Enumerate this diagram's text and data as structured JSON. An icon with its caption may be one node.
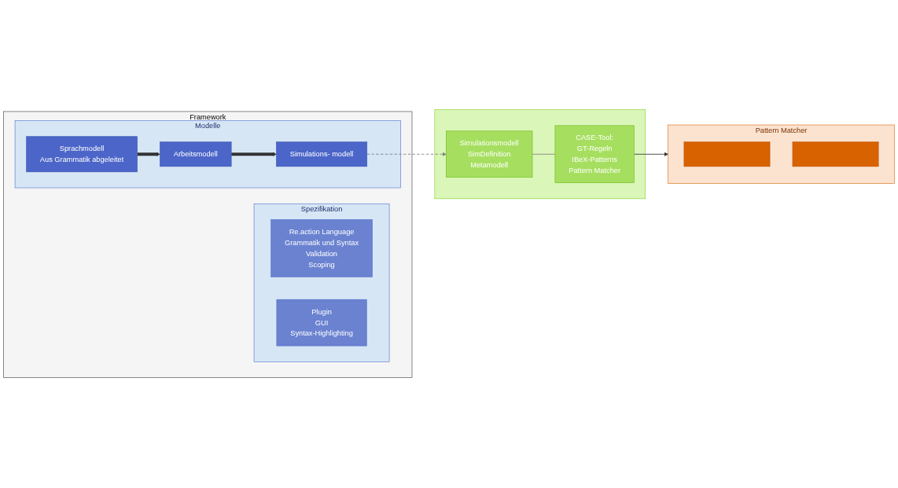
{
  "diagram": {
    "nodes": [
      {
        "text": [
          "Framework"
        ]
      },
      {
        "text": [
          "Spezifikation"
        ],
        "in": 0
      },
      {
        "text": [
          "Re.action Language",
          "Grammatik und Syntax",
          "Validation",
          "Scoping"
        ],
        "in": 1
      },
      {
        "text": [
          "Plugin",
          "GUI",
          "Syntax-Highlighting"
        ],
        "in": 1
      },
      {
        "text": [
          "Modelle"
        ],
        "in": 0
      },
      {
        "text": [
          "Sprachmodell",
          "Aus Grammatik abgeleitet"
        ],
        "in": 4
      },
      {
        "text": [
          "Arbeitsmodell"
        ],
        "in": 4
      },
      {
        "text": [
          "Simulations- modell"
        ],
        "in": 4
      },
      {
        "text": [],
        "shape": "box"
      },
      {
        "text": [
          "Simulationsmodell",
          "SimDefinition",
          "Metamodell"
        ],
        "in": 8
      },
      {
        "text": [
          "CASE-Tool:",
          "GT-Regeln",
          "IBeX-Patterns",
          "Pattern Matcher"
        ],
        "in": 8
      },
      {
        "text": [
          "Pattern Matcher"
        ]
      },
      {
        "text": [],
        "shape": "bar",
        "in": 11
      },
      {
        "text": [],
        "shape": "bar",
        "in": 11
      }
    ],
    "edges": [
      {
        "from": 5,
        "to": 6,
        "arrow": "to",
        "style": "thick"
      },
      {
        "from": 6,
        "to": 7,
        "arrow": "to",
        "style": "thick"
      },
      {
        "from": 7,
        "to": 9,
        "arrow": "to",
        "style": "dashed",
        "color": "#7f7f7f"
      },
      {
        "from": 9,
        "to": 10,
        "arrow": "none",
        "color": "#7f7f7f"
      },
      {
        "from": 10,
        "to": 11,
        "arrow": "to"
      }
    ]
  }
}
